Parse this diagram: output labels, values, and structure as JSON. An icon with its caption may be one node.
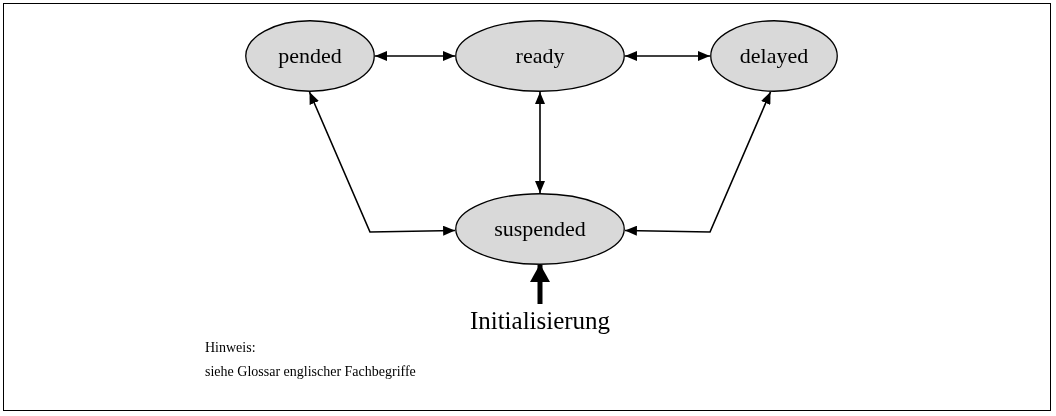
{
  "diagram": {
    "nodes": [
      {
        "text": [
          "pended"
        ]
      },
      {
        "text": [
          "ready"
        ]
      },
      {
        "text": [
          "delayed"
        ]
      },
      {
        "text": [
          "suspended"
        ]
      },
      {
        "text": [
          "Initialisierung"
        ]
      }
    ],
    "edges": [
      {
        "from": 0,
        "to": 1,
        "arrow": "both"
      },
      {
        "from": 1,
        "to": 2,
        "arrow": "both"
      },
      {
        "from": 1,
        "to": 3,
        "arrow": "both"
      },
      {
        "from": 0,
        "to": 3,
        "arrow": "both"
      },
      {
        "from": 2,
        "to": 3,
        "arrow": "both"
      },
      {
        "from": 4,
        "to": 3,
        "arrow": "to",
        "style": "thick"
      }
    ],
    "labels": [
      "Hinweis:",
      "siehe Glossar englischer Fachbegriffe"
    ]
  }
}
